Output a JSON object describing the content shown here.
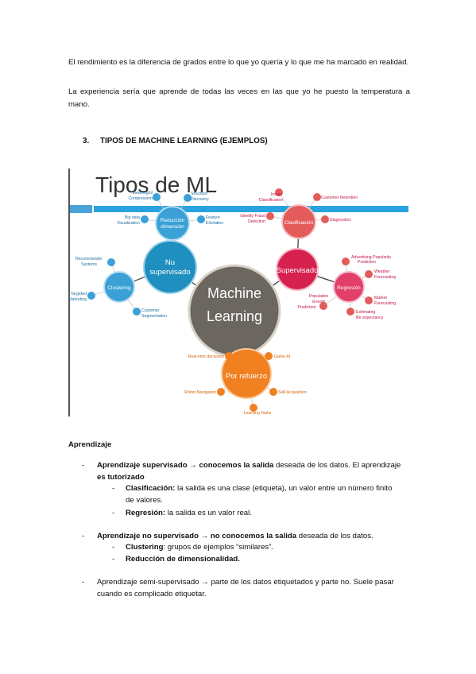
{
  "para1": "El rendimiento es la diferencia de grados entre lo que yo quería y lo que me ha marcado en realidad.",
  "para2": "La experiencia sería que aprende de todas las veces en las que yo he puesto la temperatura a mano.",
  "section": {
    "number": "3.",
    "title": "TIPOS DE MACHINE LEARNING (EJEMPLOS)"
  },
  "diagram": {
    "title": "Tipos de ML",
    "center": [
      "Machine",
      "Learning"
    ],
    "hubs": {
      "supervisado": "Supervisado",
      "no_supervisado": [
        "Nu",
        "supervisado"
      ],
      "refuerzo": "Por refuerzo",
      "clasificacion": "Clasificación",
      "regresion": "Regresión",
      "reduccion": [
        "Reducción",
        "dimensión"
      ],
      "clustering": "Clustering"
    },
    "leaves": {
      "image_classification": [
        "Image",
        "Classification"
      ],
      "customer_retention": "Customer Retention",
      "identity_fraud": [
        "Identity Fraud",
        "Detection"
      ],
      "diagnostics": "Diagnostics",
      "advertising": [
        "Advertising Popularity",
        "Prediction"
      ],
      "weather": [
        "Weather",
        "Forecasting"
      ],
      "market": [
        "Market",
        "Forecasting"
      ],
      "life_expectancy": [
        "Estimating",
        "life expectancy"
      ],
      "population": [
        "Population",
        "Growth",
        "Prediction"
      ],
      "meaningful": [
        "Meaningful",
        "Compression"
      ],
      "structure": [
        "Structure",
        "Discovery"
      ],
      "big_data": [
        "Big data",
        "Visualization"
      ],
      "feature": [
        "Feature",
        "Elicitation"
      ],
      "recommender": [
        "Recommender",
        "Systems"
      ],
      "targeted": [
        "Targeted",
        "Marketing"
      ],
      "customer_seg": [
        "Customer",
        "Segmentation"
      ],
      "realtime": "Real-time decisions",
      "game_ai": "Game AI",
      "robot": "Robot Navigation",
      "skill": "Skill Acquisition",
      "learning_tasks": "Learning Tasks"
    }
  },
  "subheading": "Aprendizaje",
  "list": {
    "item1": {
      "dash": "-",
      "b1": "Aprendizaje supervisado",
      "arrow": " → ",
      "b2": "conocemos la salida",
      "t1": " deseada de los datos. El aprendizaje",
      "b3": "es tutorizado"
    },
    "item1a": {
      "dash": "-",
      "b": "Clasificación:",
      "t1": " la salida es una clase (etiqueta), un valor entre un número finito",
      "t2": "de valores."
    },
    "item1b": {
      "dash": "-",
      "b": "Regresión:",
      "t": " la salida es un valor real."
    },
    "item2": {
      "dash": "-",
      "b1": "Aprendizaje no supervisado",
      "arrow": " → ",
      "b2": "no conocemos la salida",
      "t": " deseada de los datos."
    },
    "item2a": {
      "dash": "-",
      "b": "Clustering",
      "t": ": grupos de ejemplos “similares”."
    },
    "item2b": {
      "dash": "-",
      "b": "Reducción de dimensionalidad."
    },
    "item3": {
      "dash": "-",
      "t1": "Aprendizaje semi-supervisado",
      "arrow": " → ",
      "t2": " parte de los datos etiquetados y parte no. Suele pasar",
      "t3": "cuando es complicado etiquetar."
    }
  }
}
